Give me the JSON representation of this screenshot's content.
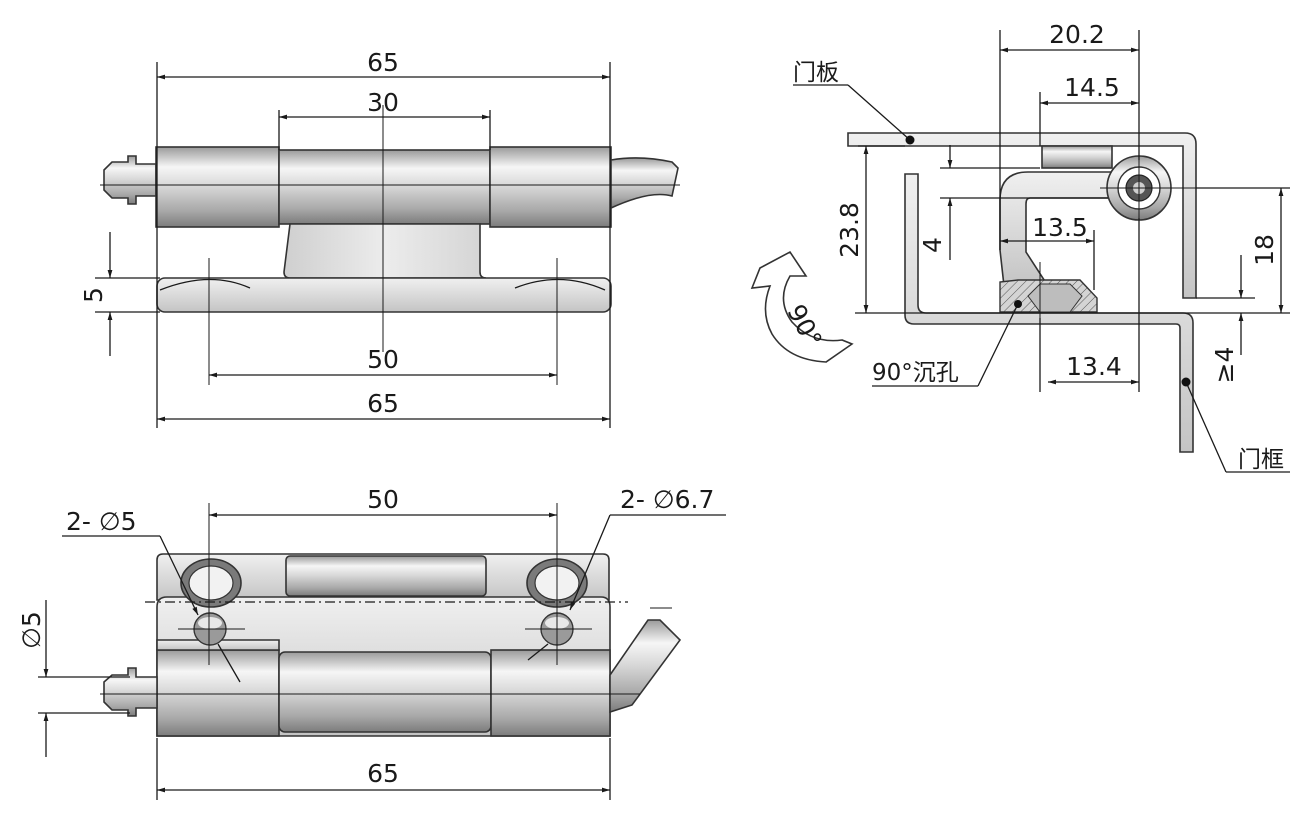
{
  "front_view": {
    "overall_top": "65",
    "barrel_center": "30",
    "base_height": "5",
    "hole_spacing": "50",
    "overall_bottom": "65"
  },
  "side_view": {
    "dim_20_2": "20.2",
    "dim_14_5": "14.5",
    "dim_23_8": "23.8",
    "dim_4": "4",
    "dim_13_5": "13.5",
    "dim_18": "18",
    "dim_13_4": "13.4",
    "dim_ge4": "≥4",
    "rotation_angle": "90°",
    "label_door_panel": "门板",
    "label_countersink": "90°沉孔",
    "label_door_frame": "门框"
  },
  "top_view": {
    "hole_spacing": "50",
    "small_holes": "2- ∅5",
    "large_holes": "2- ∅6.7",
    "pin_diameter": "∅5",
    "overall_width": "65"
  },
  "colors": {
    "metal_light": "#f4f4f4",
    "metal_mid": "#c8c8c8",
    "metal_dark": "#8c8c8c",
    "line": "#1a1a1a",
    "section_fill": "#d8d8d8"
  }
}
